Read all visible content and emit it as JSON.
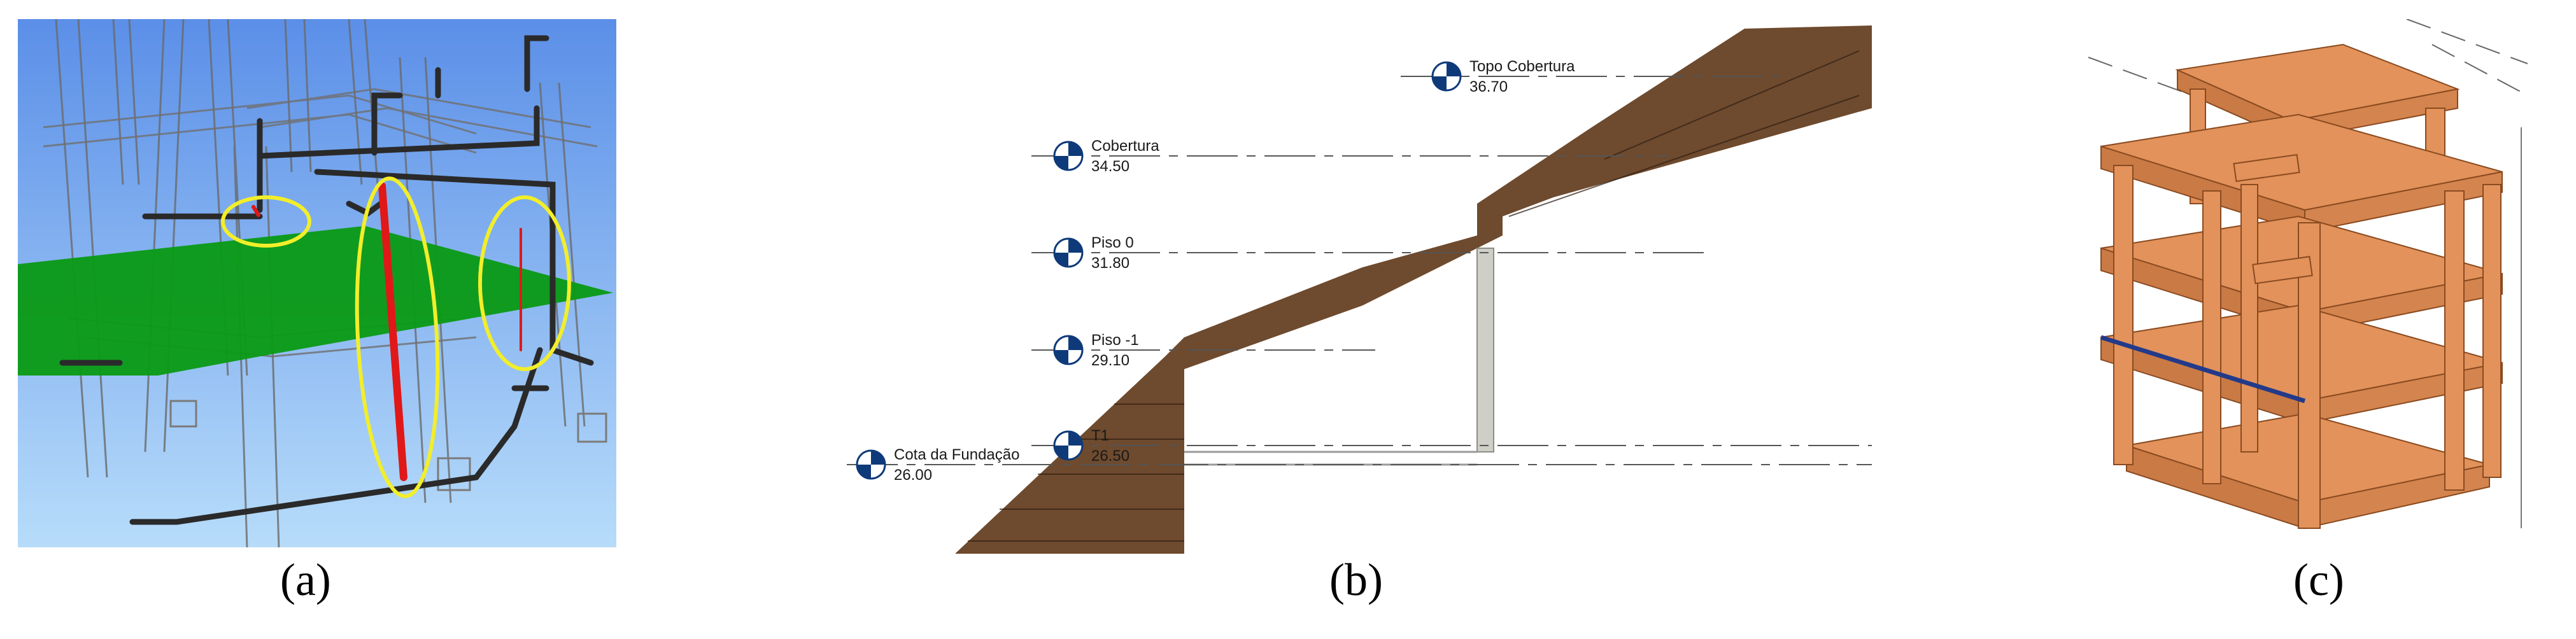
{
  "captions": {
    "a": "(a)",
    "b": "(b)",
    "c": "(c)"
  },
  "panel_b": {
    "levels": [
      {
        "name": "Topo Cobertura",
        "value": "36.70"
      },
      {
        "name": "Cobertura",
        "value": "34.50"
      },
      {
        "name": "Piso 0",
        "value": "31.80"
      },
      {
        "name": "Piso -1",
        "value": "29.10"
      },
      {
        "name": "T1",
        "value": "26.50"
      },
      {
        "name": "Cota da Fundação",
        "value": "26.00"
      }
    ]
  },
  "colors": {
    "sky_top": "#5b8fe8",
    "sky_bottom": "#b7dcfa",
    "ground_plane": "#0a9a16",
    "highlight": "#f2ee2a",
    "clash_pipe": "#e01818",
    "terrain": "#6e4a2e",
    "structure": "#e2925a",
    "level_marker": "#0f3a7a"
  }
}
